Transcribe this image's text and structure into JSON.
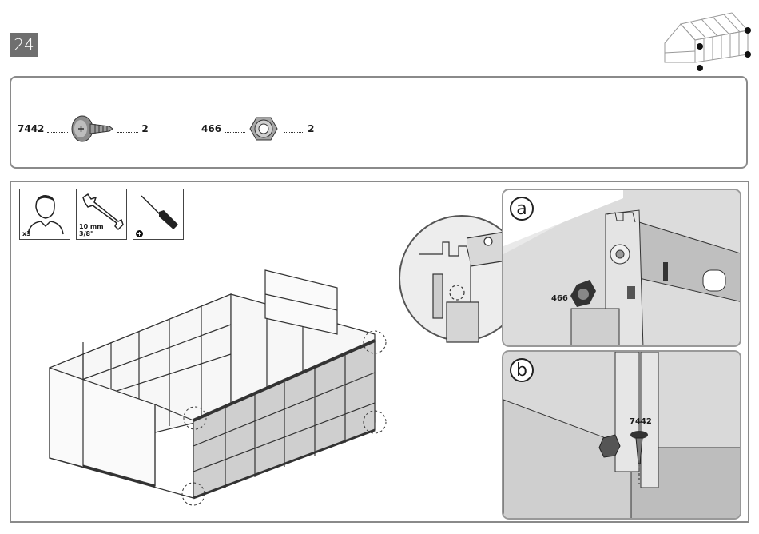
{
  "step": {
    "number": "24"
  },
  "parts": [
    {
      "code": "7442",
      "qty": "2",
      "icon": "screw-icon"
    },
    {
      "code": "466",
      "qty": "2",
      "icon": "hex-nut-icon"
    }
  ],
  "tools": [
    {
      "icon": "person-icon",
      "label": "x3"
    },
    {
      "icon": "wrench-icon",
      "label_line1": "10 mm",
      "label_line2": "3/8\""
    },
    {
      "icon": "screwdriver-icon",
      "label": "+"
    }
  ],
  "details": {
    "a": {
      "label": "a",
      "part_code": "466"
    },
    "b": {
      "label": "b",
      "part_code": "7442"
    }
  },
  "colors": {
    "frame": "#8a8a8a",
    "step_bg": "#6f6f6f"
  }
}
